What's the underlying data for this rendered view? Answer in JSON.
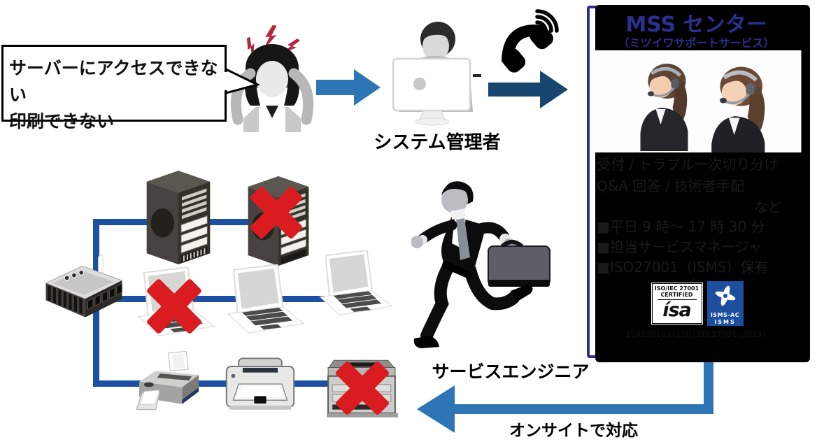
{
  "colors": {
    "arrow_blue": "#2e75b6",
    "arrow_navy": "#17466f",
    "net_blue": "#1d4fa3",
    "alert_red": "#da1b20",
    "bolt_red": "#b3273b",
    "mss_navy": "#2b2f8f",
    "isms_blue": "#1d4f9f"
  },
  "bubble": {
    "line1": "サーバーにアクセスできない",
    "line2": "印刷できない"
  },
  "labels": {
    "system_admin": "システム管理者",
    "service_engineer": "サービスエンジニア",
    "onsite": "オンサイトで対応"
  },
  "mss_box": {
    "title": "MSS センター",
    "subtitle": "（ミツイワサポートサービス）",
    "services": [
      "受付 / トラブル一次切り分け",
      "Q&A 回答 / 技術者手配"
    ],
    "etc": "など",
    "bullets": [
      "■平日 9 時～ 17 時 30 分",
      "■担当サービスマネージャ",
      "■ISO27001（ISMS）保有"
    ],
    "isa_logo": {
      "line1": "ISO/IEC 27001",
      "line2": "CERTIFIED",
      "mark": "ísa"
    },
    "isms_logo": {
      "line1": "ISMS-AC",
      "line2": "ISMS"
    },
    "cert_caption": "ISAIS0163(ISO/IEC27001:2013)"
  }
}
